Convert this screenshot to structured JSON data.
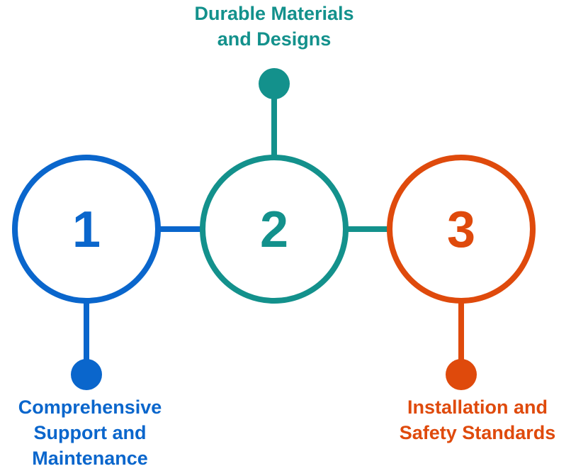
{
  "colors": {
    "step1": "#0a66cc",
    "step2": "#13918c",
    "step3": "#df4a0c"
  },
  "steps": [
    {
      "number": "1",
      "lines": [
        "Comprehensive",
        "Support and",
        "Maintenance"
      ]
    },
    {
      "number": "2",
      "lines": [
        "Durable Materials",
        "and Designs"
      ]
    },
    {
      "number": "3",
      "lines": [
        "Installation and",
        "Safety Standards"
      ]
    }
  ]
}
